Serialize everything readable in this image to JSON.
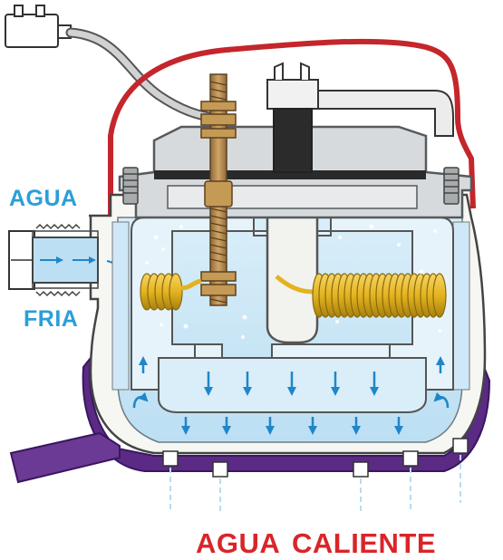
{
  "labels": {
    "cold_top": "AGUA",
    "cold_bottom": "FRIA",
    "hot_left": "AGUA",
    "hot_right": "CALIENTE"
  },
  "colors": {
    "cold_label": "#2a9fd9",
    "hot_label": "#d9252a",
    "water": "#cfe8f7",
    "water_light": "#e6f3fb",
    "arrow": "#1f86c8",
    "lid_red": "#c4262b",
    "purple_body": "#5a2a84",
    "housing_gray": "#d7dadc",
    "housing_outline": "#555a5e",
    "coil_gold": "#e3b31f",
    "brass": "#b58a4a",
    "white_body": "#f6f6f2"
  },
  "icons": {
    "power_plug": "plug-icon",
    "flow_arrows": "arrow-icon"
  }
}
